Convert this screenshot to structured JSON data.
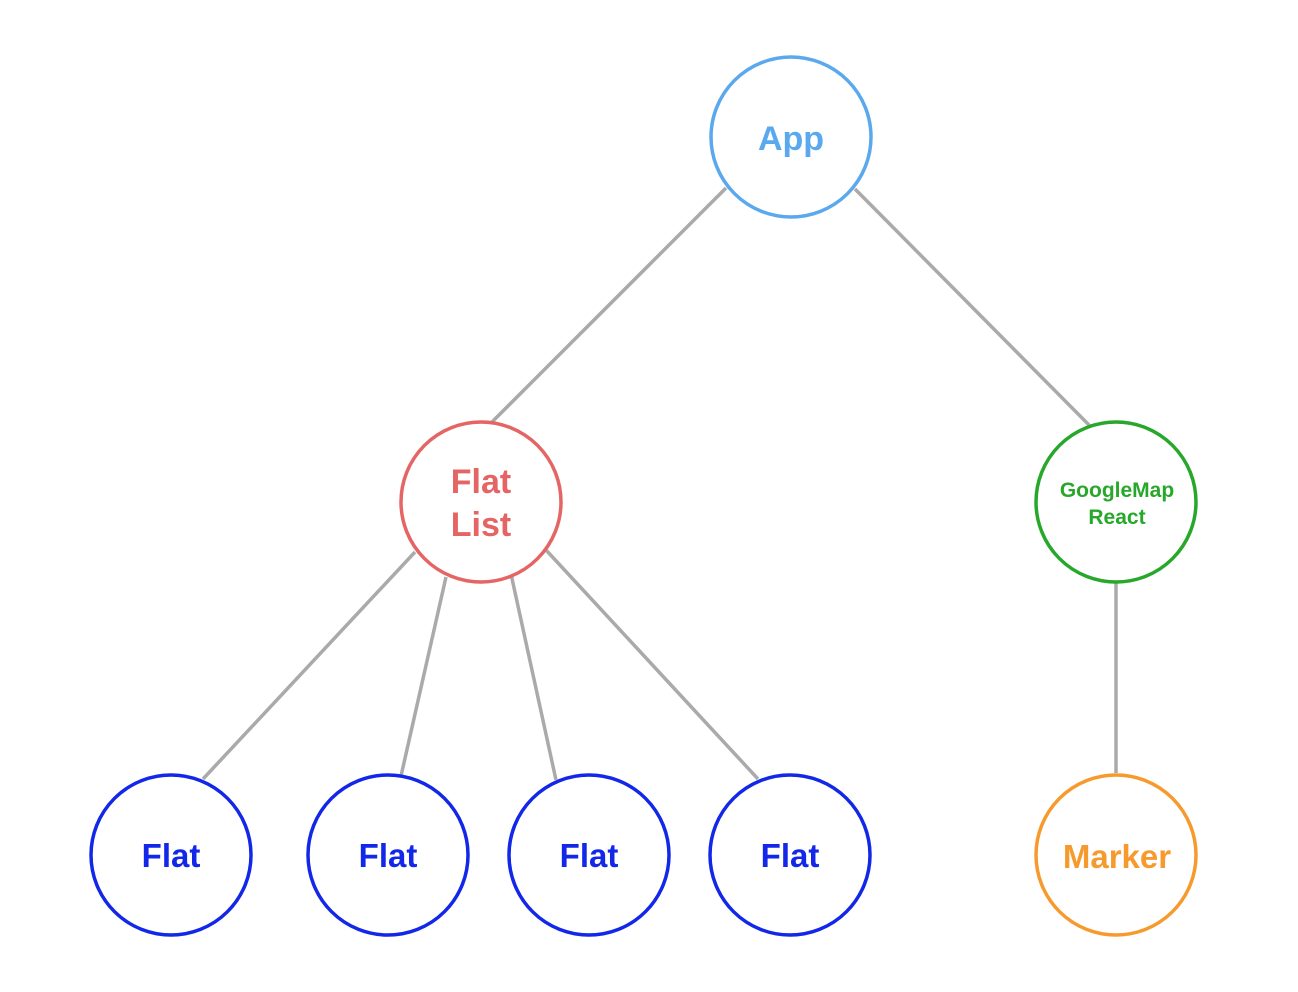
{
  "colors": {
    "edge": "#aaaaaa",
    "app": "#5aa8ee",
    "flat_list": "#e56464",
    "google_map_react": "#27a82b",
    "flat": "#1227e8",
    "marker": "#f79a2e"
  },
  "nodes": {
    "app": {
      "label": "App"
    },
    "flat_list": {
      "label_line1": "Flat",
      "label_line2": "List"
    },
    "google_map_react": {
      "label_line1": "GoogleMap",
      "label_line2": "React"
    },
    "flat_1": {
      "label": "Flat"
    },
    "flat_2": {
      "label": "Flat"
    },
    "flat_3": {
      "label": "Flat"
    },
    "flat_4": {
      "label": "Flat"
    },
    "marker": {
      "label": "Marker"
    }
  },
  "edges": [
    {
      "from": "app",
      "to": "flat_list"
    },
    {
      "from": "app",
      "to": "google_map_react"
    },
    {
      "from": "flat_list",
      "to": "flat_1"
    },
    {
      "from": "flat_list",
      "to": "flat_2"
    },
    {
      "from": "flat_list",
      "to": "flat_3"
    },
    {
      "from": "flat_list",
      "to": "flat_4"
    },
    {
      "from": "google_map_react",
      "to": "marker"
    }
  ]
}
